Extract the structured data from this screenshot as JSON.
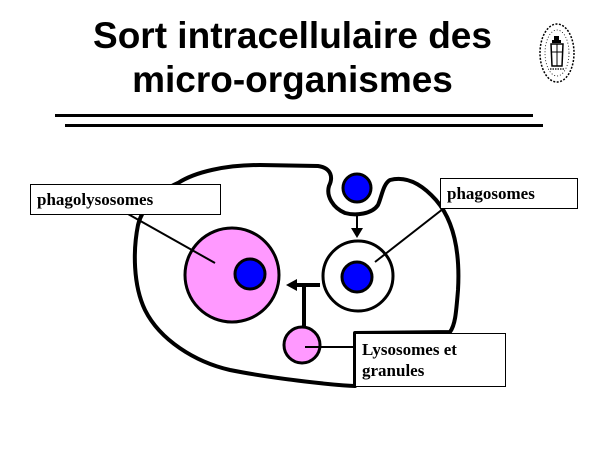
{
  "slide": {
    "title_line1": "Sort intracellulaire des",
    "title_line2": "micro-organismes",
    "logo_icon": "university-seal-icon"
  },
  "diagram": {
    "labels": {
      "phagolysosomes": "phagolysosomes",
      "phagosomes": "phagosomes",
      "lysosomes_line1": "Lysosomes et",
      "lysosomes_line2": "granules"
    },
    "colors": {
      "organism": "#0000FF",
      "lysosome": "#FF99FF",
      "outline": "#000000"
    }
  }
}
